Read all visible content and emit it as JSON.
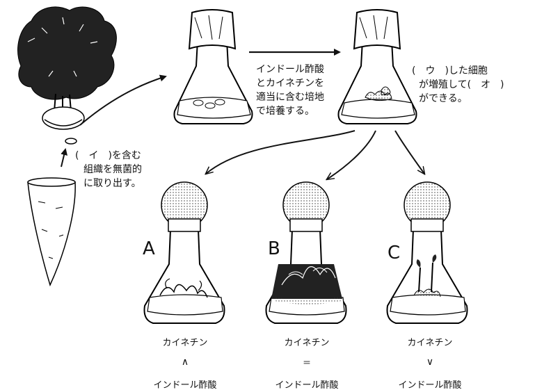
{
  "step_texts": {
    "excise": [
      "(　イ　)を含む",
      "組織を無菌的",
      "に取り出す。"
    ],
    "culture": [
      "インドール酢酸",
      "とカイネチンを",
      "適当に含む培地",
      "で培養する。"
    ],
    "callus": [
      "(　ウ　)した細胞",
      "が増殖して(　オ　)",
      "ができる。"
    ]
  },
  "flasks": [
    {
      "letter": "A",
      "top": "カイネチン",
      "relation": "∧",
      "bottom": "インドール酢酸"
    },
    {
      "letter": "B",
      "top": "カイネチン",
      "relation": "＝",
      "bottom": "インドール酢酸"
    },
    {
      "letter": "C",
      "top": "カイネチン",
      "relation": "∨",
      "bottom": "インドール酢酸"
    }
  ]
}
